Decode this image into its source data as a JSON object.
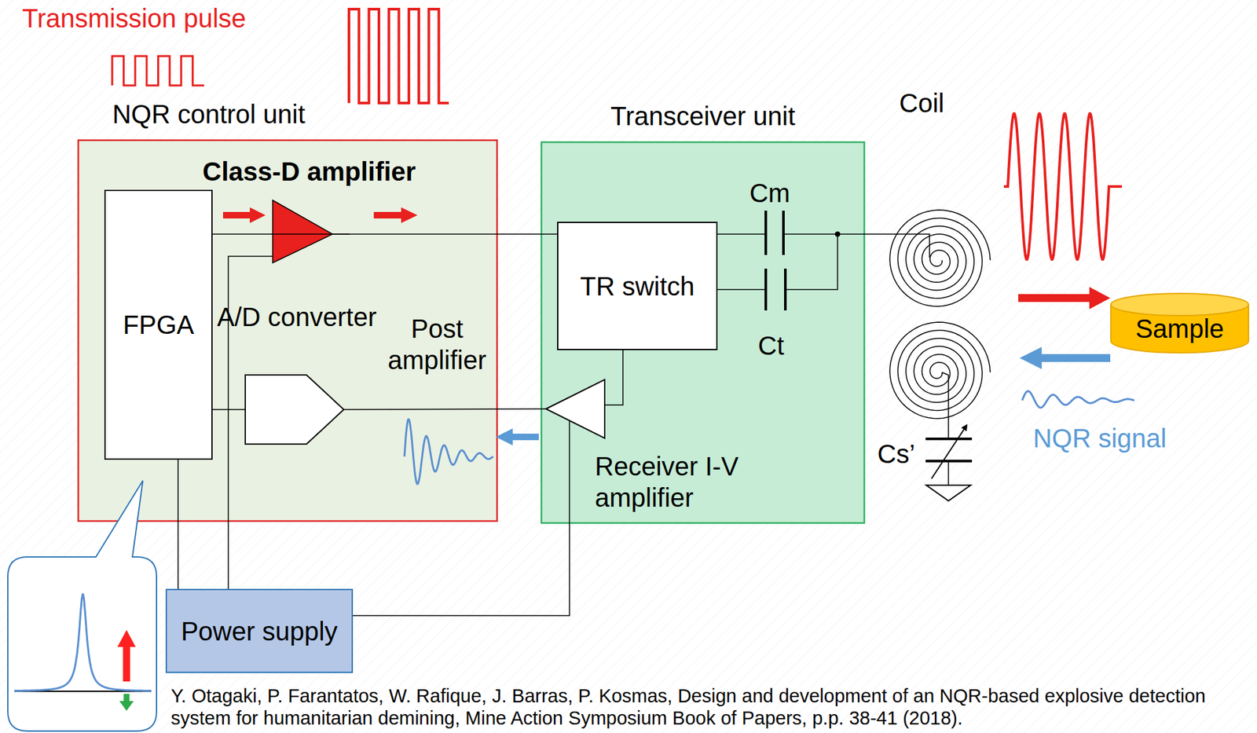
{
  "diagram": {
    "caption": "Y. Otagaki, P. Farantatos, W. Rafique, J. Barras, P. Kosmas, Design and development of an NQR-based explosive detection system for humanitarian demining, Mine Action Symposium Book of Papers, p.p. 38-41 (2018).",
    "nodes": [
      {
        "text": [
          "NQR control unit",
          "Class-D amplifier"
        ]
      },
      {
        "text": [
          "FPGA"
        ],
        "in": 0
      },
      {
        "text": [
          "A/D converter"
        ],
        "in": 0
      },
      {
        "text": [
          "Transceiver unit"
        ]
      },
      {
        "text": [
          "TR switch"
        ],
        "in": 3
      },
      {
        "text": [
          "Receiver I-V amplifier"
        ],
        "in": 3
      },
      {
        "text": [
          "Power supply"
        ]
      },
      {
        "text": [
          "Sample"
        ]
      }
    ],
    "edges": [
      {
        "from": 1,
        "to": 4,
        "arrow": "none"
      },
      {
        "from": 1,
        "to": 2,
        "arrow": "none"
      },
      {
        "from": 4,
        "to": 5,
        "arrow": "none"
      },
      {
        "from": 5,
        "to": 2,
        "arrow": "none"
      },
      {
        "from": 6,
        "to": 1,
        "arrow": "none"
      },
      {
        "from": 6,
        "to": 5,
        "arrow": "none"
      }
    ],
    "labels": [
      "Transmission pulse",
      "Post amplifier",
      "Cm",
      "Ct",
      "Coil",
      "Cs’",
      "NQR signal"
    ]
  }
}
